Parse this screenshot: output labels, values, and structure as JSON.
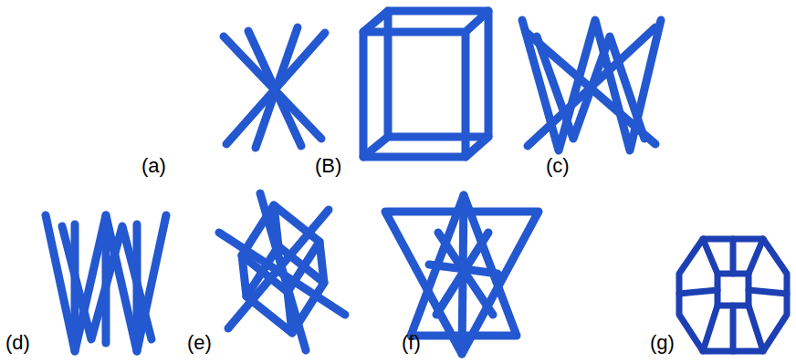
{
  "diagram": {
    "labels": [
      "(a)",
      "(B)",
      "(c)",
      "(d)",
      "(e)",
      "(f)",
      "(g)"
    ]
  }
}
